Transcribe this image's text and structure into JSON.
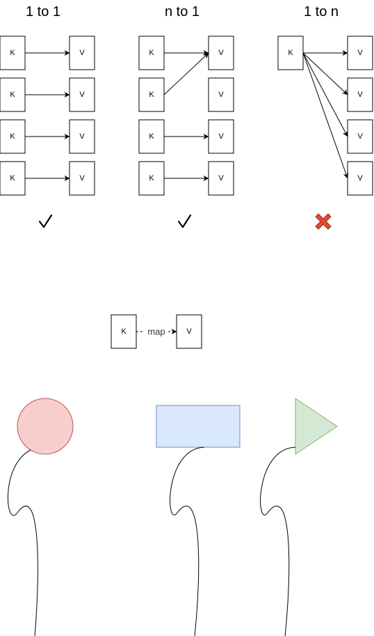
{
  "columns": [
    {
      "title": "1 to 1",
      "status": "valid"
    },
    {
      "title": "n to 1",
      "status": "valid"
    },
    {
      "title": "1 to n",
      "status": "invalid"
    }
  ],
  "node_labels": {
    "key": "K",
    "value": "V"
  },
  "legend": {
    "key_label": "K",
    "edge_label": "map",
    "value_label": "V"
  },
  "colors": {
    "invalid_mark": "#e04b2e",
    "circle_fill": "#f8cecc",
    "circle_stroke": "#b85450",
    "rect_fill": "#dae8fc",
    "rect_stroke": "#6c8ebf",
    "triangle_fill": "#d5e8d4",
    "triangle_stroke": "#82b366"
  }
}
